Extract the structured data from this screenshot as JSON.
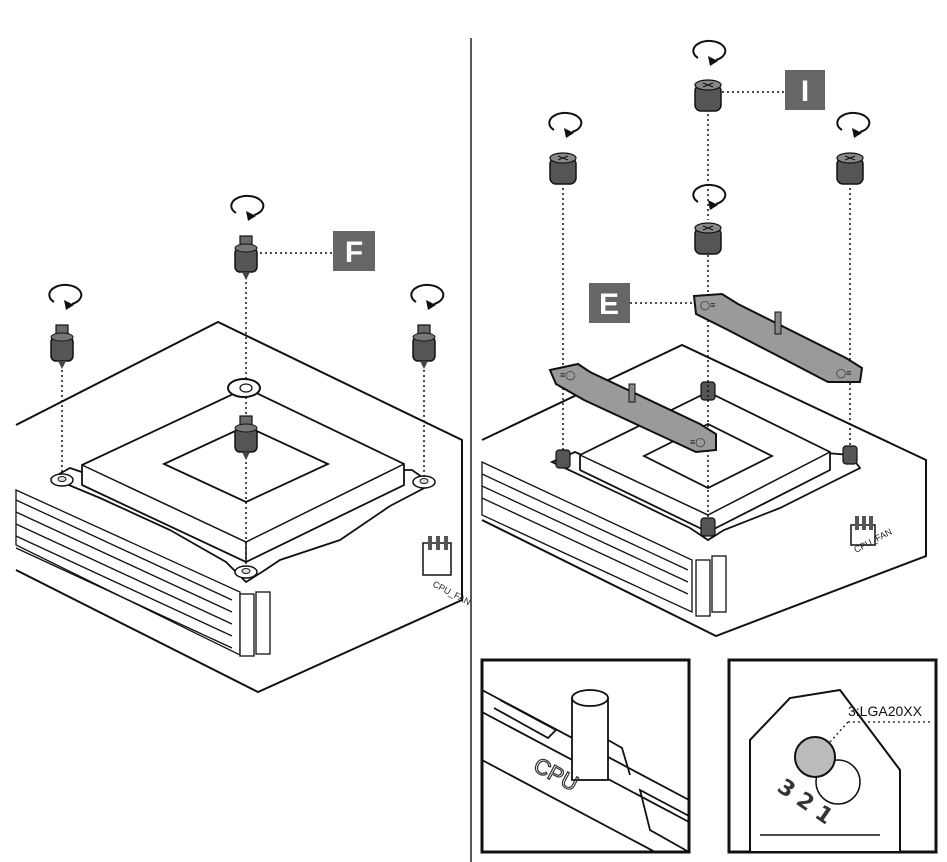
{
  "left_panel": {
    "callout_label": "F",
    "header_label": "CPU_FAN"
  },
  "right_panel": {
    "callout_label_top": "I",
    "callout_label_mid": "E",
    "header_label": "CPU_FAN"
  },
  "detail_left": {
    "cpu_mark": "CPU"
  },
  "detail_right": {
    "socket_label": "3:LGA20XX",
    "digits": "3 2 1"
  },
  "colors": {
    "line": "#111111",
    "standoff": "#555555",
    "callout_bg": "#666666",
    "bracket": "#9a9a9a"
  }
}
